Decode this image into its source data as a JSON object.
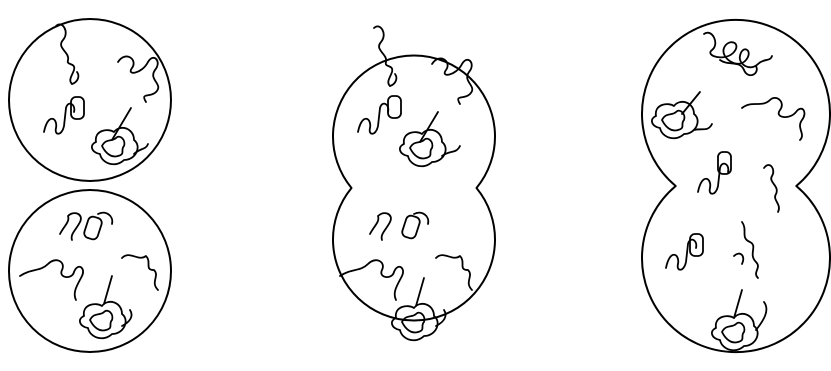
{
  "diagram": {
    "style": {
      "ink_color": "#000000",
      "background_color": "#ffffff"
    },
    "stages": [
      {
        "shape": "two-separate-circles"
      },
      {
        "shape": "figure-eight-with-deep-waist"
      },
      {
        "shape": "elongated-cell-with-shallow-waist"
      }
    ]
  }
}
